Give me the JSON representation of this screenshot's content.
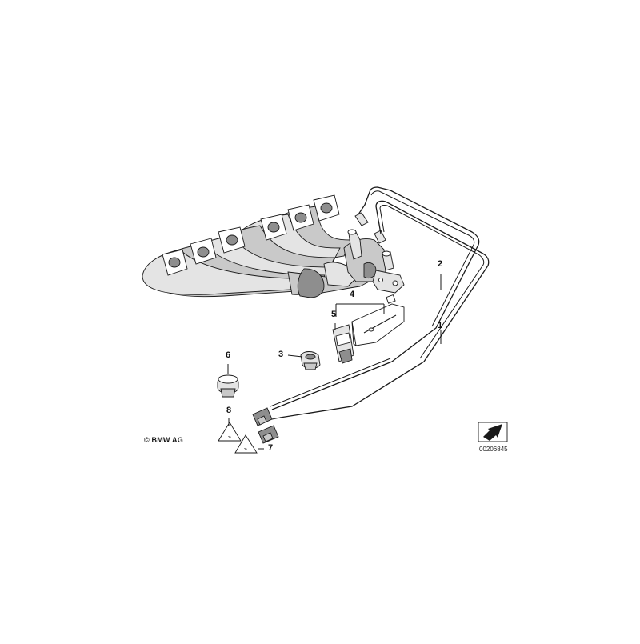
{
  "callouts": {
    "c1": "1",
    "c2": "2",
    "c3": "3",
    "c4": "4",
    "c5": "5",
    "c6": "6",
    "c7": "7",
    "c8": "8"
  },
  "copyright": "© BMW AG",
  "doc_number": "00206845"
}
